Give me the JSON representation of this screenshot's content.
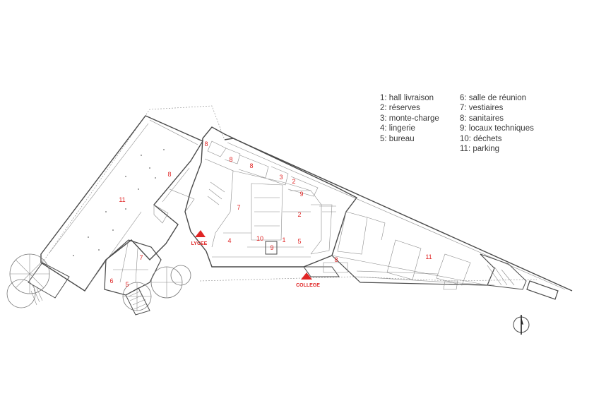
{
  "legend": {
    "left": [
      "1: hall livraison",
      "2: réserves",
      "3: monte-charge",
      "4: lingerie",
      "5: bureau"
    ],
    "right": [
      "6: salle de réunion",
      "7: vestiaires",
      "8: sanitaires",
      "9: locaux techniques",
      "10: déchets",
      "11: parking"
    ]
  },
  "rooms": {
    "r11_west": "11",
    "r8_west": "8",
    "r8_a": "8",
    "r8_b": "8",
    "r8_c": "8",
    "r3": "3",
    "r2_a": "2",
    "r9_a": "9",
    "r7_a": "7",
    "r2_b": "2",
    "r4": "4",
    "r10": "10",
    "r9_b": "9",
    "r1": "1",
    "r5_a": "5",
    "r7_b": "7",
    "r6": "6",
    "r5_b": "5",
    "r11_east": "11",
    "r8_east": "8"
  },
  "entrances": {
    "lycee": "LYCEE",
    "college": "COLLEGE"
  },
  "colors": {
    "room_label": "#e02525",
    "walls": "#4a4a4a",
    "legend_text": "#3a3a3a"
  },
  "icons": {
    "north_arrow": "north-arrow-icon",
    "entrance_marker": "triangle-marker-icon"
  }
}
